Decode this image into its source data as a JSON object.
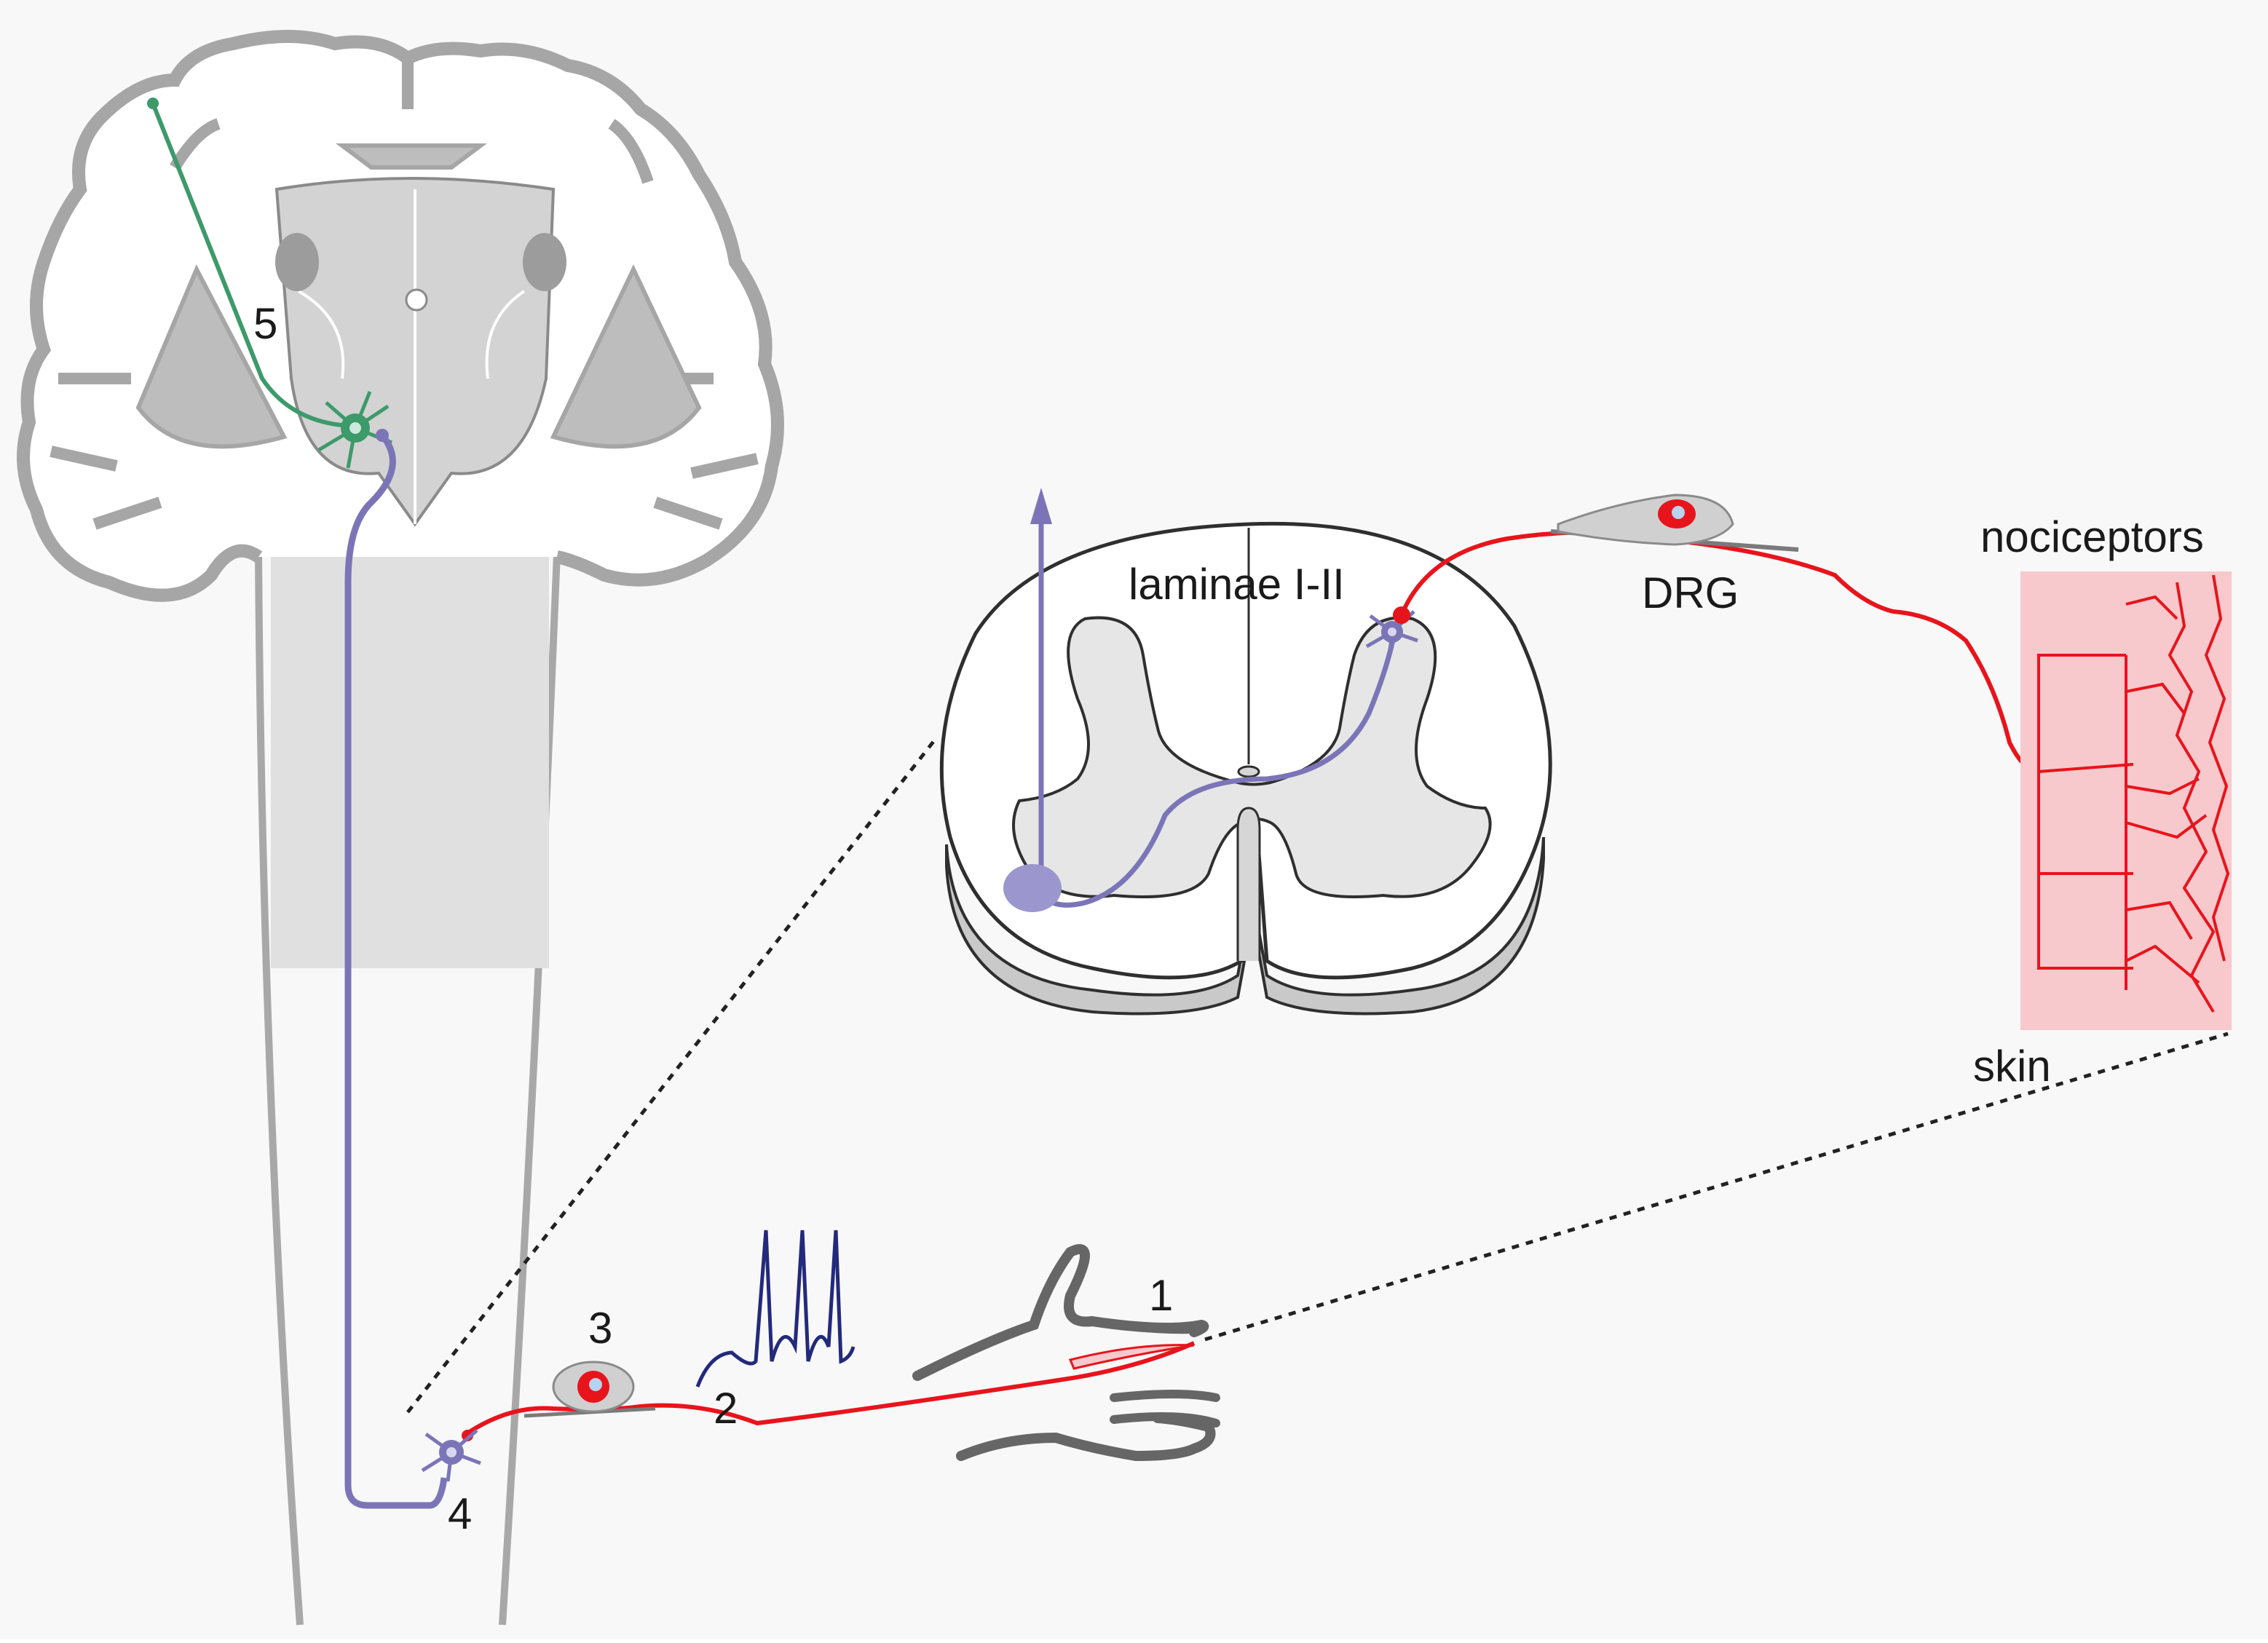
{
  "labels": {
    "step1": "1",
    "step2": "2",
    "step3": "3",
    "step4": "4",
    "step5": "5",
    "laminae": "laminae I-II",
    "drg": "DRG",
    "nociceptors": "nociceptors",
    "skin": "skin"
  },
  "colors": {
    "background": "#f8f8f8",
    "brain_outline": "#a0a0a0",
    "brain_fill": "#e2e2e2",
    "cord_outline": "#2f2f2f",
    "cord_fill": "#e6e6e6",
    "afferent_red": "#e8141c",
    "skin_pink": "#f7c9cc",
    "projection_purple": "#7b75b8",
    "cortical_green": "#3d9a6a",
    "spike_navy": "#232a7c",
    "hand_gray": "#666666"
  }
}
